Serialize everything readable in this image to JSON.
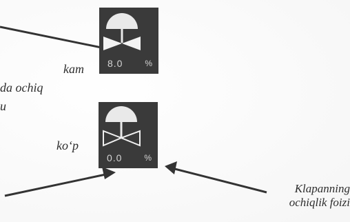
{
  "labels": {
    "kam": "kam",
    "da_ochiq": "da  ochiq",
    "u": "u",
    "kop": "ko‘p"
  },
  "caption": {
    "line1": "Klapanning",
    "line2": "ochiqlik foizi"
  },
  "valves": {
    "top": {
      "value": "8.0",
      "unit": "%"
    },
    "bottom": {
      "value": "0.0",
      "unit": "%"
    }
  }
}
